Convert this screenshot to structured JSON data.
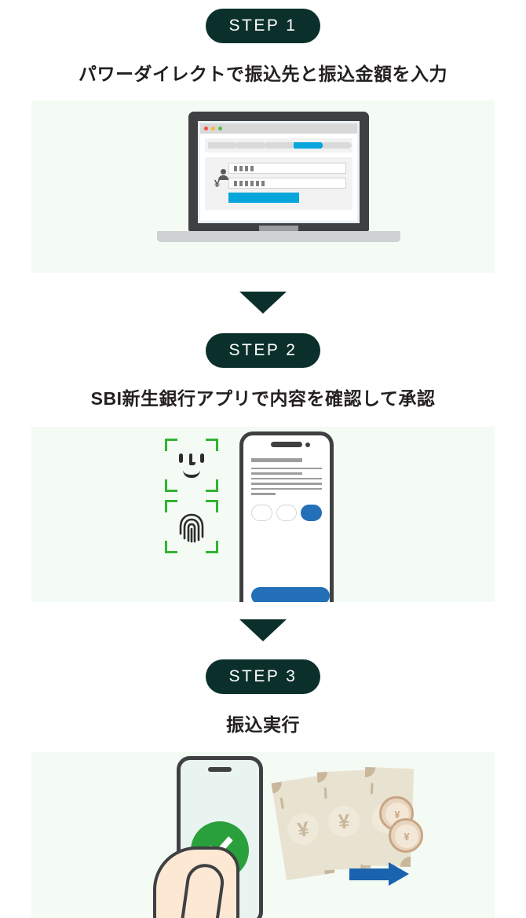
{
  "steps": [
    {
      "badge": "STEP 1",
      "title": "パワーダイレクトで振込先と振込金額を入力",
      "illustration": {
        "kind": "laptop-browser",
        "browser_dots": [
          "red",
          "yellow",
          "green"
        ],
        "breadcrumb_segments": 5,
        "breadcrumb_active_index": 4,
        "fields": [
          {
            "icon": "person-icon",
            "masked_chars": 4
          },
          {
            "icon": "yen-icon",
            "label": "¥",
            "masked_chars": 6
          }
        ],
        "submit_button": ""
      }
    },
    {
      "badge": "STEP 2",
      "title": "SBI新生銀行アプリで内容を確認して承認",
      "illustration": {
        "kind": "biometric-phone",
        "biometrics": [
          "face-id-icon",
          "fingerprint-icon"
        ],
        "phone_text_lines": 6,
        "phone_pills": 3,
        "phone_pill_active_index": 2,
        "phone_cta": ""
      }
    },
    {
      "badge": "STEP 3",
      "title": "振込実行",
      "illustration": {
        "kind": "transfer-complete",
        "phone_status": "success-check-icon",
        "banknotes": 3,
        "banknote_symbol": "¥",
        "coins": 2,
        "coin_symbol": "¥",
        "arrow": "arrow-right-icon"
      }
    }
  ],
  "separators": [
    "arrow-down-icon",
    "arrow-down-icon"
  ],
  "colors": {
    "badge_bg": "#0b302c",
    "badge_text": "#ffffff",
    "title_text": "#231f20",
    "panel_bg": "#f4faf4",
    "accent_blue": "#06a5dc",
    "app_blue": "#2370b8",
    "arrow_blue": "#1a63ae",
    "success_green": "#2aa03c",
    "biometric_green": "#2fb432",
    "device_dark": "#3f4042",
    "money_beige": "#e8e2d0",
    "money_shadow": "#c9b79b",
    "coin_copper": "#c8a583",
    "skin": "#fde8d4"
  }
}
